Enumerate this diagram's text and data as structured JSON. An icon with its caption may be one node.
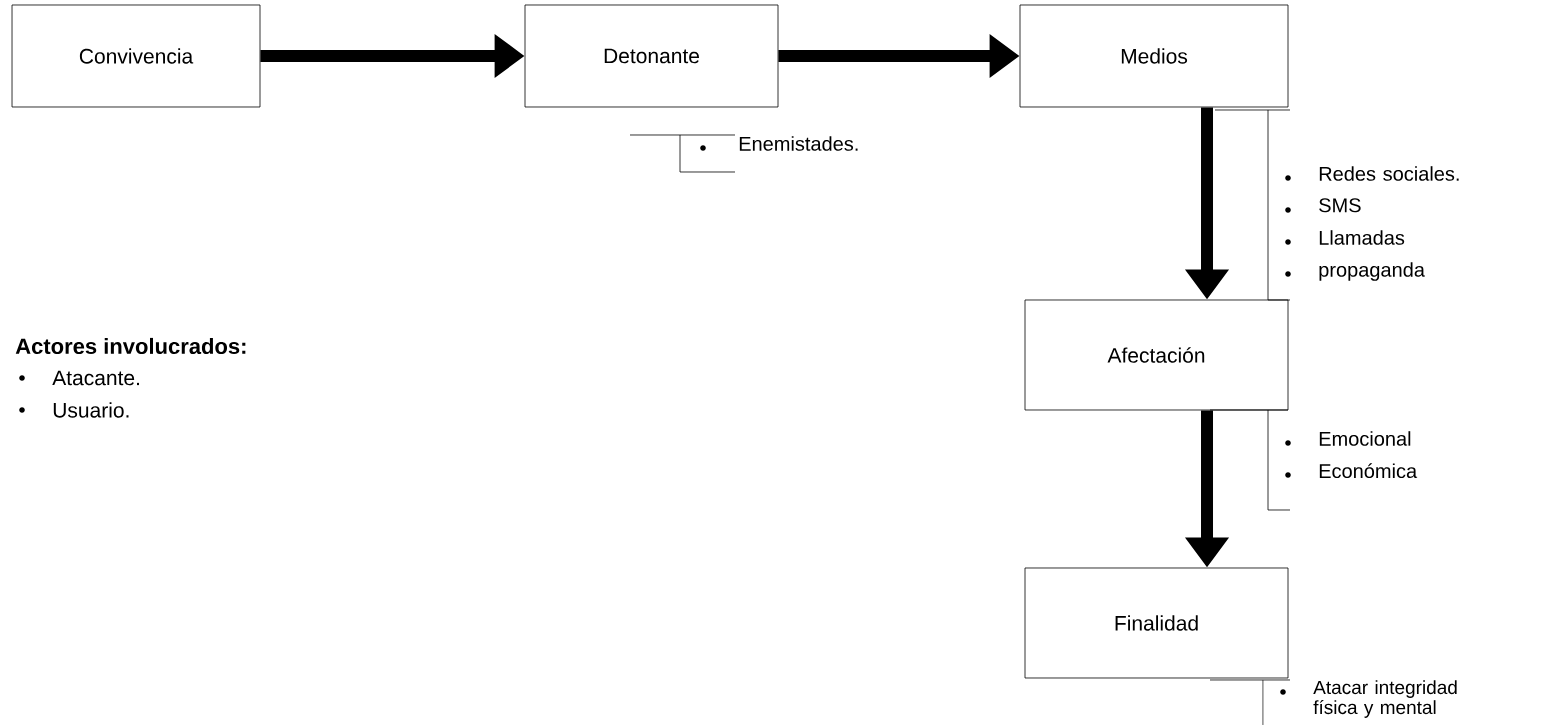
{
  "diagram": {
    "nodes": [
      {
        "text": [
          "Convivencia"
        ]
      },
      {
        "text": [
          "Detonante"
        ],
        "beside": [
          "Enemistades."
        ]
      },
      {
        "text": [
          "Medios"
        ],
        "beside": [
          "Redes sociales.",
          "SMS",
          "Llamadas",
          "propaganda"
        ]
      },
      {
        "text": [
          "Afectación"
        ],
        "beside": [
          "Emocional",
          "Económica"
        ]
      },
      {
        "text": [
          "Finalidad"
        ],
        "beside": [
          "Atacar integridad física y mental"
        ]
      }
    ],
    "edges": [
      {
        "from": 0,
        "to": 1,
        "arrow": "to"
      },
      {
        "from": 1,
        "to": 2,
        "arrow": "to"
      },
      {
        "from": 2,
        "to": 3,
        "arrow": "to"
      },
      {
        "from": 3,
        "to": 4,
        "arrow": "to"
      }
    ],
    "labels": [
      "Actores involucrados:",
      "Atacante.",
      "Usuario."
    ]
  }
}
